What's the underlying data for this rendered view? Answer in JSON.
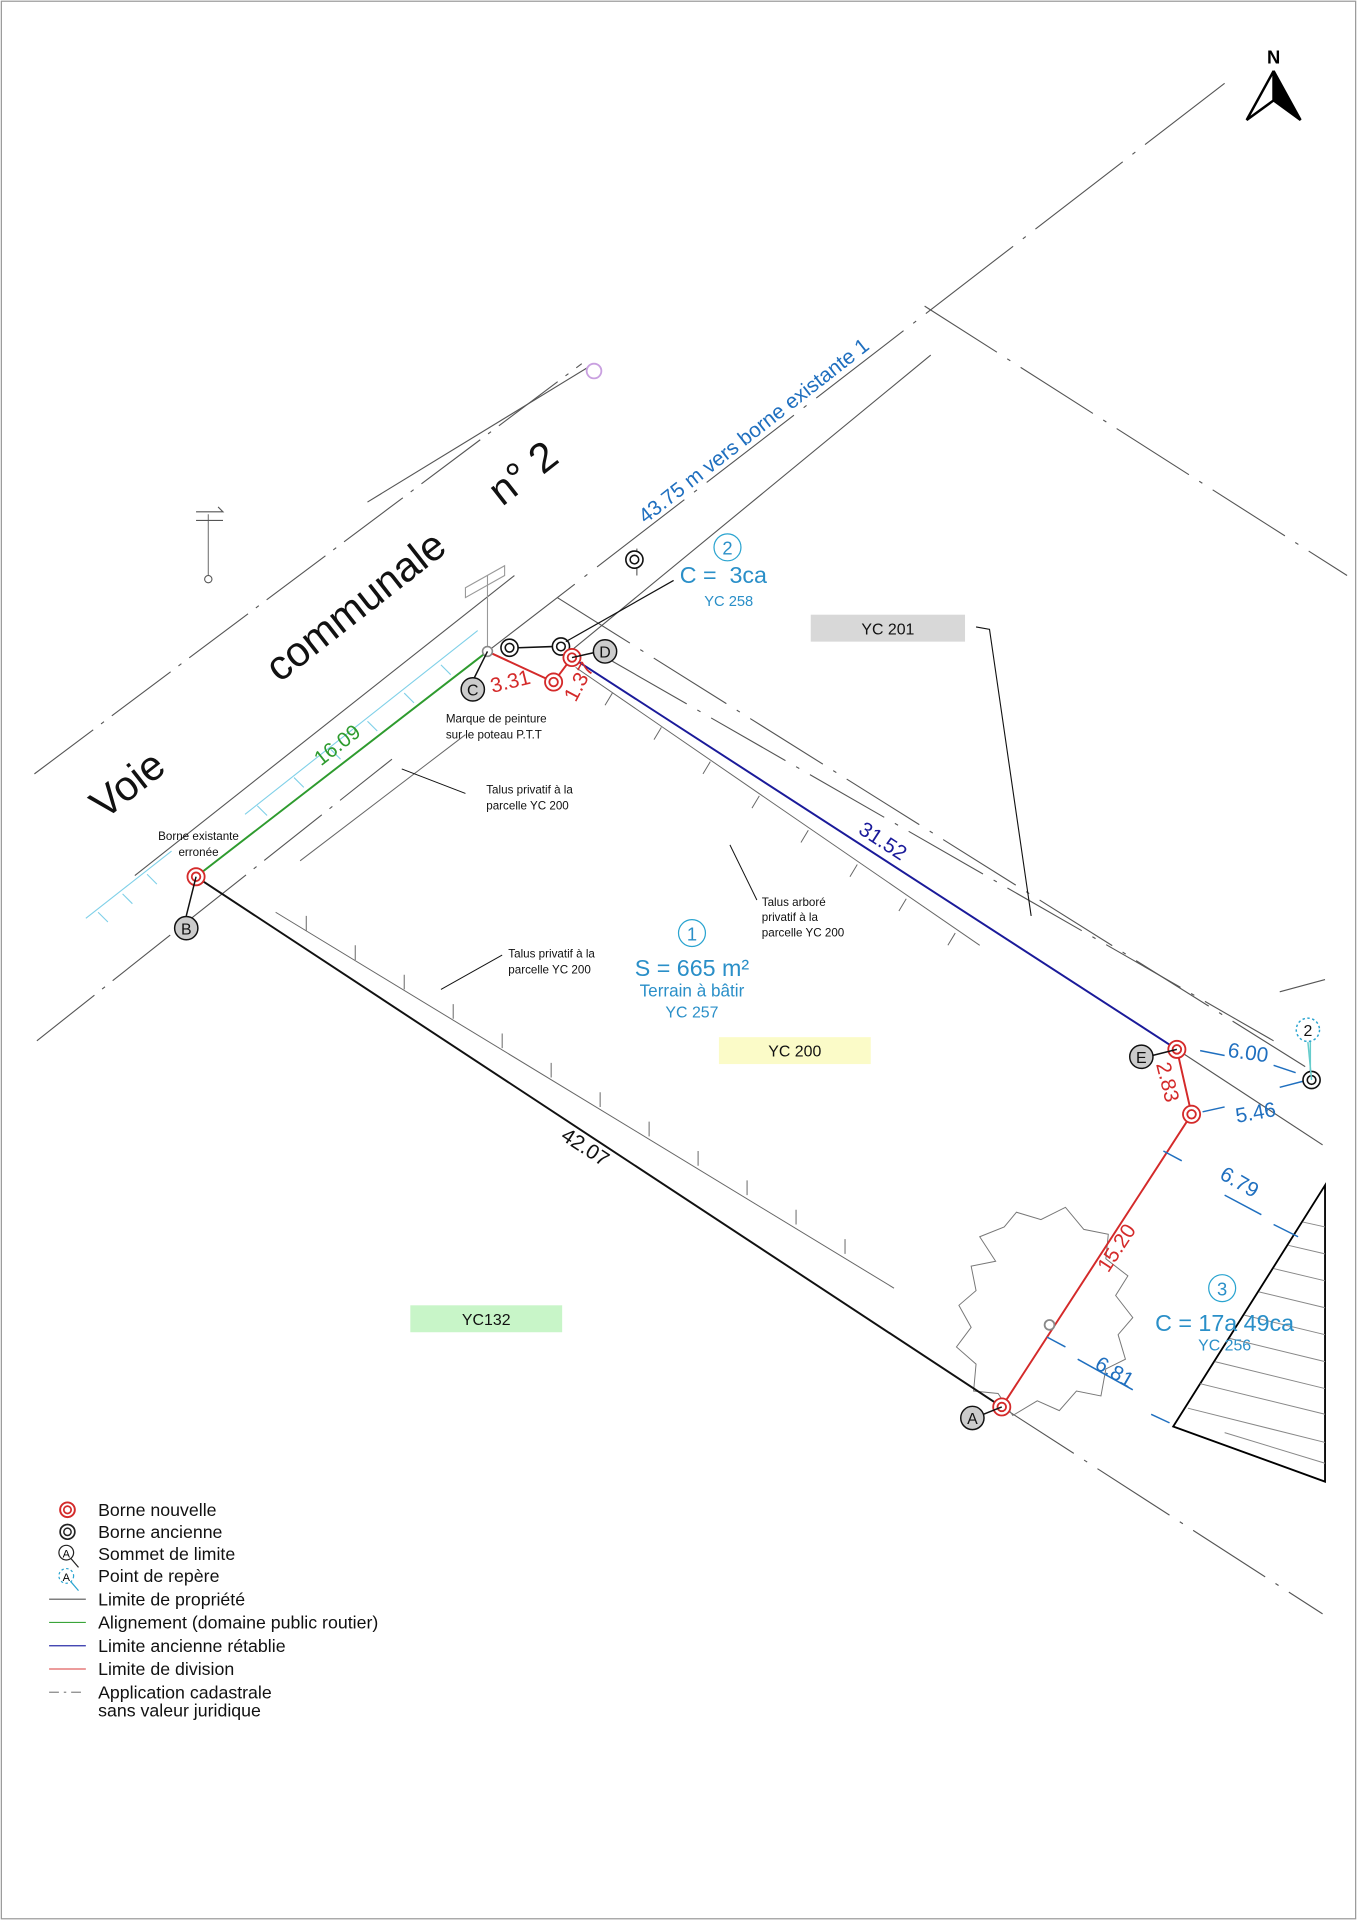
{
  "north": "N",
  "road": {
    "word1": "Voie",
    "word2": "communale",
    "number": "n° 2"
  },
  "reference_note": "43.75 m vers borne existante 1",
  "points": {
    "A": "A",
    "B": "B",
    "C": "C",
    "D": "D",
    "E": "E",
    "ref2": "2"
  },
  "dimensions": {
    "alignment": "16.09",
    "restored": "31.52",
    "property": "42.07",
    "div1": "3.31",
    "div2": "1.37",
    "div3": "2.83",
    "div4": "15.20",
    "ref_600": "6.00",
    "ref_546": "5.46",
    "ref_679": "6.79",
    "ref_681": "6.81"
  },
  "lots": [
    {
      "number": "1",
      "area": "S = 665 m²",
      "desc": "Terrain à bâtir",
      "parcel": "YC 257"
    },
    {
      "number": "2",
      "area": "C =  3ca",
      "parcel": "YC 258"
    },
    {
      "number": "3",
      "area": "C = 17a 49ca",
      "parcel": "YC 256"
    }
  ],
  "parcels": {
    "yc201": "YC 201",
    "yc200": "YC 200",
    "yc132": "YC132"
  },
  "notes": {
    "borne_existante": [
      "Borne existante",
      "erronée"
    ],
    "marque": [
      "Marque de peinture",
      "sur le poteau P.T.T"
    ],
    "talus1": [
      "Talus privatif à la",
      "parcelle YC 200"
    ],
    "talus2": [
      "Talus arboré",
      "privatif à la",
      "parcelle YC 200"
    ],
    "talus3": [
      "Talus privatif à la",
      "parcelle YC 200"
    ]
  },
  "legend": [
    {
      "label": "Borne nouvelle",
      "symbol": "red-double-circle"
    },
    {
      "label": "Borne ancienne",
      "symbol": "black-double-circle"
    },
    {
      "label": "Sommet de limite",
      "symbol": "letter-circle"
    },
    {
      "label": "Point de repère",
      "symbol": "dashed-letter-circle"
    },
    {
      "label": "Limite de propriété",
      "color": "#555555"
    },
    {
      "label": "Alignement (domaine public routier)",
      "color": "#3aa53a"
    },
    {
      "label": "Limite ancienne rétablie",
      "color": "#2b2fa8"
    },
    {
      "label": "Limite de division",
      "color": "#e06060"
    },
    {
      "label": "Application cadastrale",
      "label2": "sans valeur juridique",
      "color": "#888888"
    }
  ],
  "colors": {
    "red": "#d42a2a",
    "green": "#2e9b2e",
    "navy": "#1a1a9a",
    "blue": "#1f6fbf",
    "cyan": "#2aa4d0"
  }
}
